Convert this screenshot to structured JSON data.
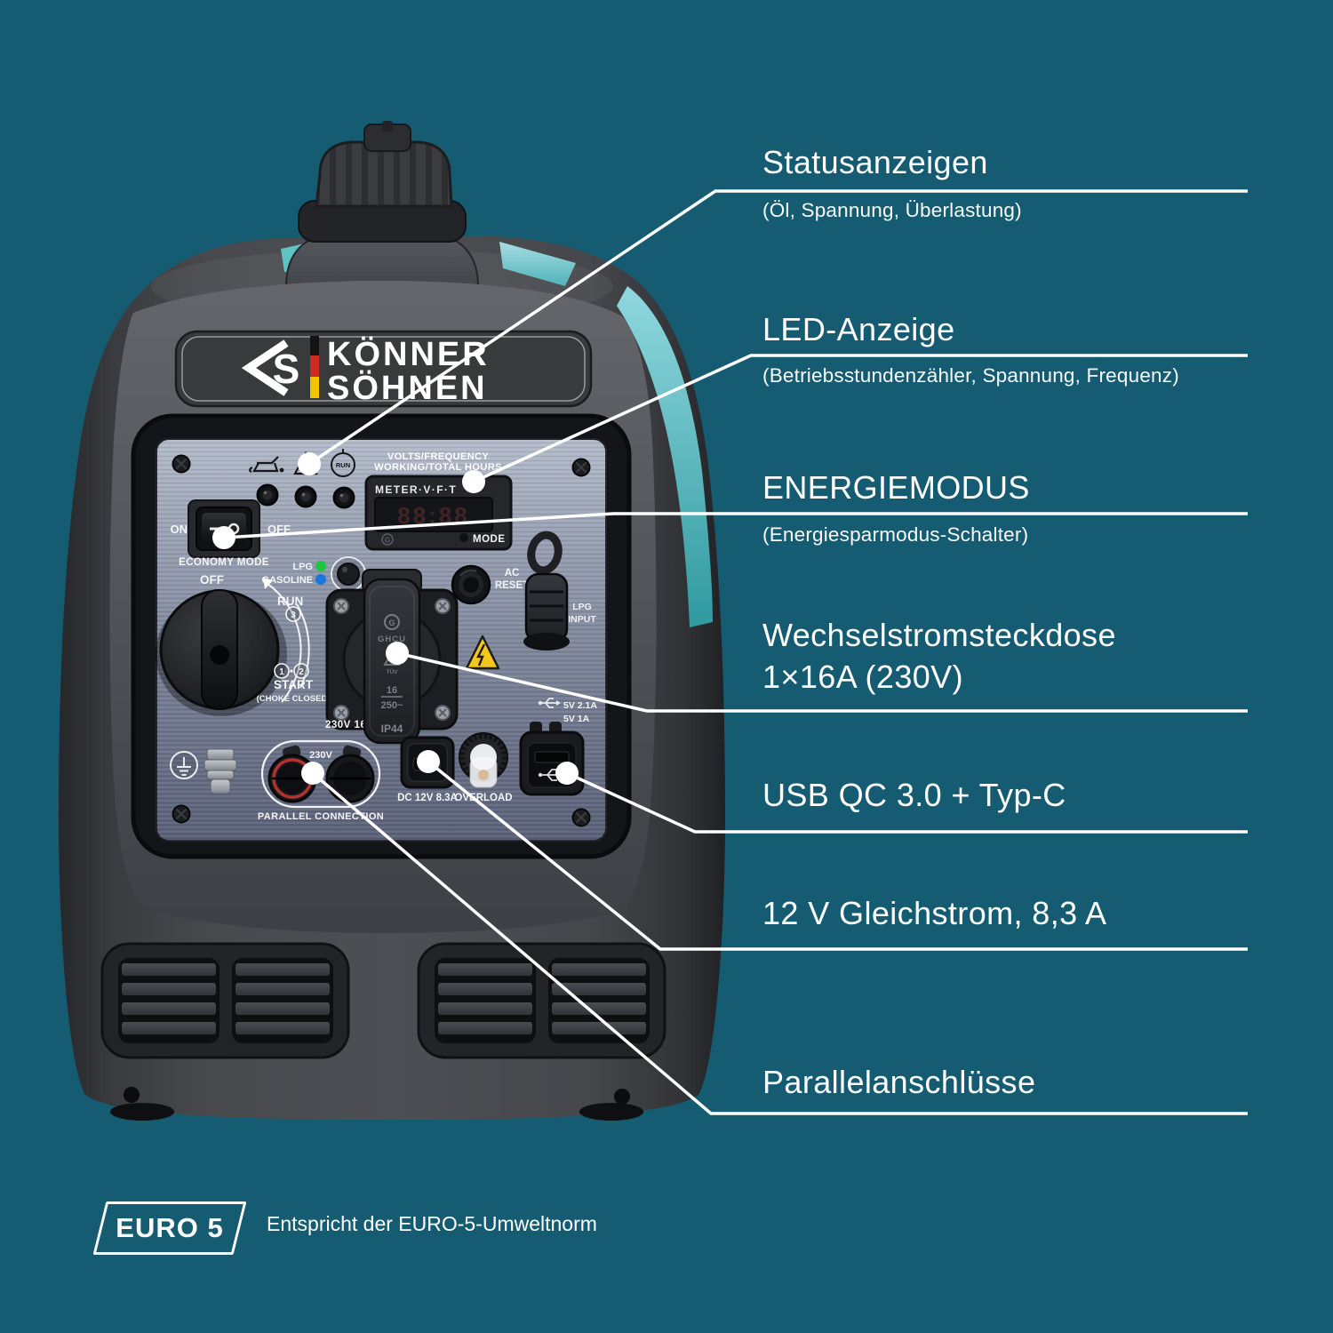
{
  "colors": {
    "background": "#155b71",
    "leader_line": "#ffffff",
    "accent_teal": "#4db4b4",
    "lpg_led": "#22c53e",
    "gasoline_led": "#1777dd",
    "warning_yellow": "#f4c71c",
    "flag_black": "#141414",
    "flag_red": "#cd2a25",
    "flag_yellow": "#f3c500"
  },
  "brand": {
    "line1": "KÖNNER",
    "line2": "SÖHNEN"
  },
  "callouts": [
    {
      "title": "Statusanzeigen",
      "subtitle": "(Öl, Spannung, Überlastung)"
    },
    {
      "title": "LED-Anzeige",
      "subtitle": "(Betriebsstundenzähler, Spannung, Frequenz)"
    },
    {
      "title": "ENERGIEMODUS",
      "subtitle": "(Energiesparmodus-Schalter)"
    },
    {
      "title": "Wechselstromsteckdose",
      "title2": "1×16A (230V)"
    },
    {
      "title": "USB QC 3.0 + Typ-C"
    },
    {
      "title": "12 V Gleichstrom, 8,3 A"
    },
    {
      "title": "Parallelanschlüsse"
    }
  ],
  "panel": {
    "meter_title1": "VOLTS/FREQUENCY",
    "meter_title2": "WORKING/TOTAL HOURS",
    "meter_band": "METER·V·F·T",
    "lcd_digits": "88:88",
    "mode_label": "MODE",
    "economy_on": "ON",
    "economy_off": "OFF",
    "economy_label": "ECONOMY MODE",
    "fuel_lpg": "LPG",
    "fuel_gasoline": "GASOLINE",
    "knob_off": "OFF",
    "knob_run": "RUN",
    "knob_pos3": "3",
    "knob_pos1": "1",
    "knob_pos2": "2",
    "knob_start": "START",
    "knob_choke": "(CHOKE CLOSED)",
    "run_icon_label": "RUN",
    "socket_brand_letter": "G",
    "socket_brand": "GHCU",
    "socket_cert": "TÜV",
    "socket_rating_top": "16",
    "socket_rating_bottom": "250~",
    "socket_ip": "IP44",
    "socket_label": "230V 16A",
    "ac_reset1": "AC",
    "ac_reset2": "RESET",
    "lpg_input1": "LPG",
    "lpg_input2": "INPUT",
    "parallel_voltage": "230V",
    "parallel_label": "PARALLEL CONNECTION",
    "dc_label": "DC 12V 8.3A",
    "overload_label": "OVERLOAD",
    "usb_label1": "5V 2.1A",
    "usb_label2": "5V 1A"
  },
  "badge": {
    "label": "EURO 5",
    "caption": "Entspricht der EURO-5-Umweltnorm"
  }
}
